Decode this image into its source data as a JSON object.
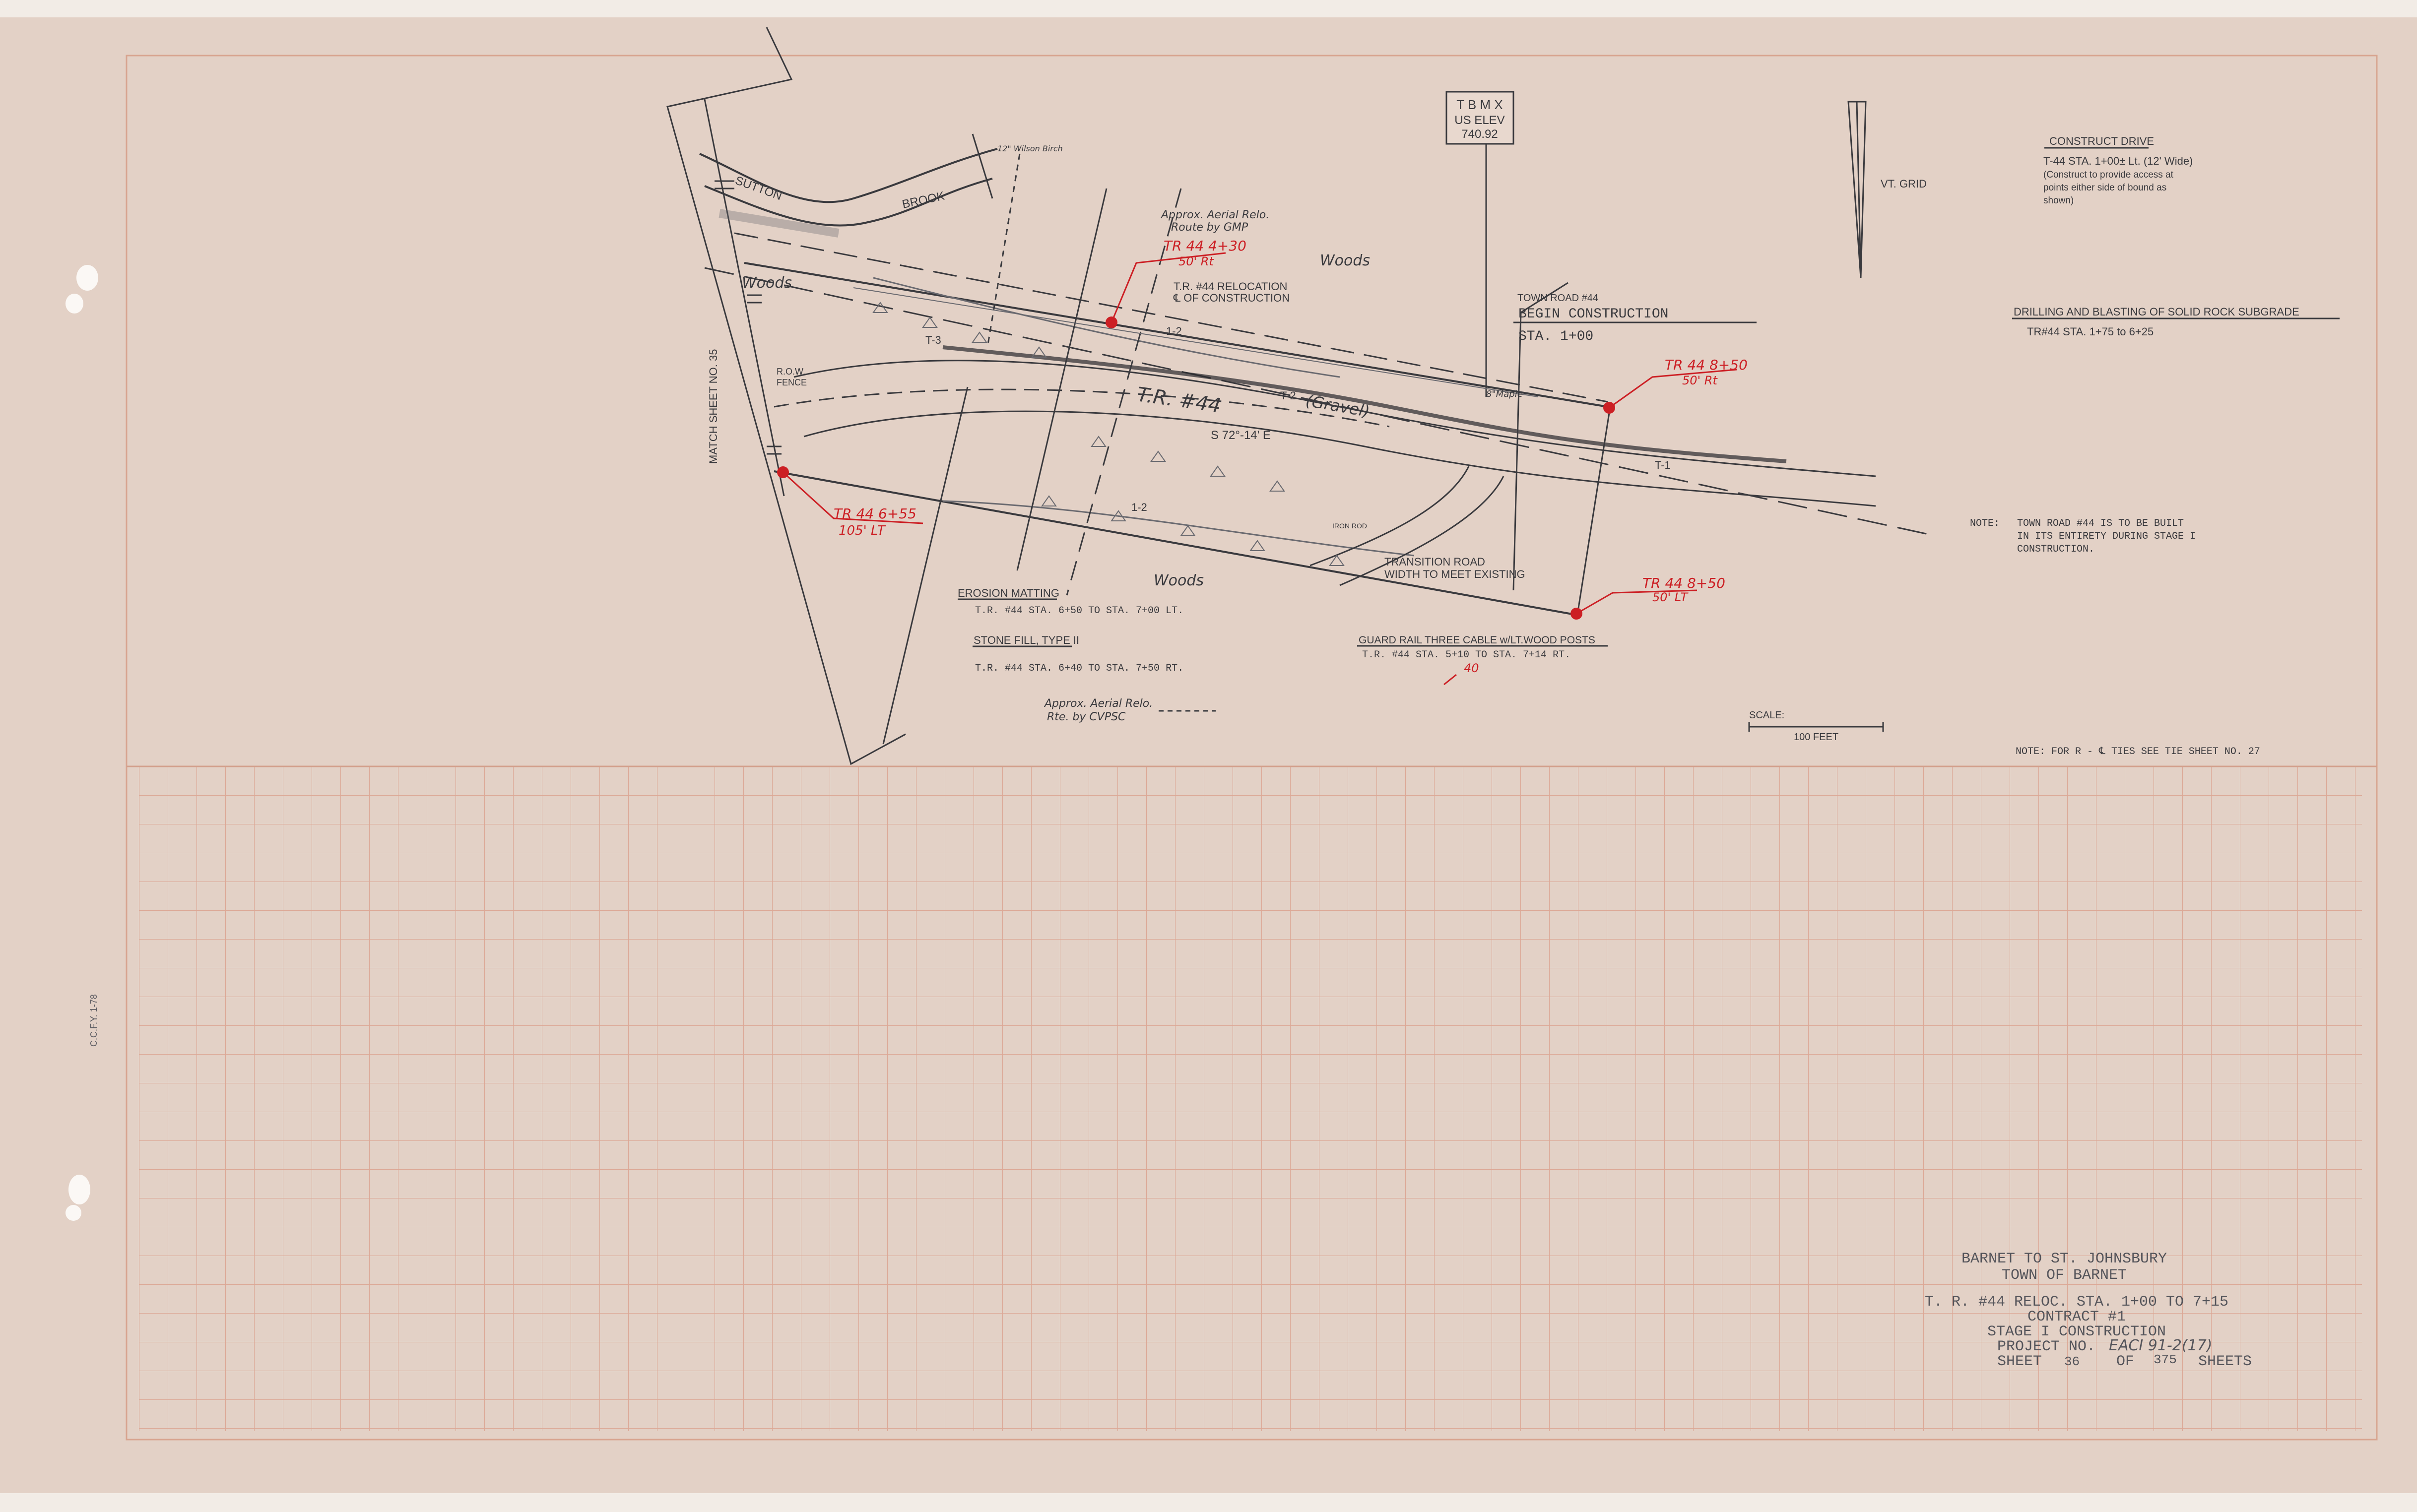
{
  "colors": {
    "paper": "#e3d1c6",
    "paper_edge": "#f2ece6",
    "grid": "#dfb6a4",
    "ink": "#3a3a3e",
    "pencil": "#6a6a70",
    "red": "#cc1f24"
  },
  "tbm": {
    "line1": "T B M X",
    "line2": "US ELEV",
    "line3": "740.92"
  },
  "north": {
    "label": "VT. GRID"
  },
  "match_sheet": "MATCH SHEET NO. 35",
  "labels": {
    "sutton": "SUTTON",
    "brook": "BROOK",
    "woods_left": "Woods",
    "woods_top": "Woods",
    "woods_bottom": "Woods",
    "row_fence_1": "R.O.W.",
    "row_fence_2": "FENCE",
    "wilson_birch": "12\" Wilson Birch",
    "aerial_top_1": "Approx. Aerial Relo.",
    "aerial_top_2": "Route by GMP",
    "relocation_1": "T.R. #44 RELOCATION",
    "relocation_2": "℄ OF CONSTRUCTION",
    "road_name": "T.R. #44",
    "gravel": "(Gravel)",
    "bearing": "S 72°-14' E",
    "town_road": "TOWN ROAD #44",
    "begin_construction": "BEGIN CONSTRUCTION",
    "begin_station": "STA. 1+00",
    "maple": "8\"Maple",
    "transition_1": "TRANSITION ROAD",
    "transition_2": "WIDTH TO MEET EXISTING",
    "iron_rod": "IRON ROD",
    "t1": "T-1",
    "t2": "T-2",
    "t3": "T-3",
    "slope_12_a": "1-2",
    "slope_12_b": "1-2",
    "aerial_bot_1": "Approx. Aerial Relo.",
    "aerial_bot_2": "Rte. by CVPSC"
  },
  "red_callouts": [
    {
      "label": "TR 44 4+30",
      "offset": "50' Rt"
    },
    {
      "label": "TR 44 8+50",
      "offset": "50' Rt"
    },
    {
      "label": "TR 44 6+55",
      "offset": "105' LT"
    },
    {
      "label": "TR 44 8+50",
      "offset": "50' LT"
    }
  ],
  "construct_drive": {
    "title": "CONSTRUCT DRIVE",
    "line1": "T-44 STA. 1+00± Lt. (12' Wide)",
    "line2": "(Construct to provide access at",
    "line3": "points either side of bound as",
    "line4": "shown)"
  },
  "drilling": {
    "title": "DRILLING AND BLASTING OF SOLID ROCK SUBGRADE",
    "line": "TR#44 STA. 1+75 to 6+25"
  },
  "note_town_road": {
    "prefix": "NOTE:",
    "line1": "TOWN ROAD #44 IS TO BE BUILT",
    "line2": "IN ITS ENTIRETY DURING STAGE I",
    "line3": "CONSTRUCTION."
  },
  "erosion": {
    "title": "EROSION MATTING",
    "line": "T.R. #44 STA. 6+50 TO STA. 7+00 LT."
  },
  "stone_fill": {
    "title": "STONE FILL, TYPE II",
    "line": "T.R. #44 STA. 6+40 TO STA. 7+50 RT."
  },
  "guard_rail": {
    "title": "GUARD RAIL THREE CABLE w/LT.WOOD POSTS",
    "line": "T.R. #44 STA. 5+10 TO STA. 7+14 RT.",
    "correction": "40"
  },
  "scale": {
    "label": "SCALE:",
    "value": "100 FEET"
  },
  "note_ties": "NOTE:  FOR R - ℄ TIES SEE TIE SHEET NO. 27",
  "margin_note": "C.C.F.Y. 1-78",
  "title_block": {
    "line1": "BARNET TO ST. JOHNSBURY",
    "line2": "TOWN OF BARNET",
    "line3": "T. R. #44 RELOC. STA. 1+00 TO 7+15",
    "line4": "CONTRACT #1",
    "line5": "STAGE I CONSTRUCTION",
    "project_prefix": "PROJECT NO.",
    "project_no": "EACI 91-2(17)",
    "sheet_word": "SHEET",
    "sheet_no": "36",
    "of_word": "OF",
    "total": "375",
    "sheets_word": "SHEETS"
  }
}
